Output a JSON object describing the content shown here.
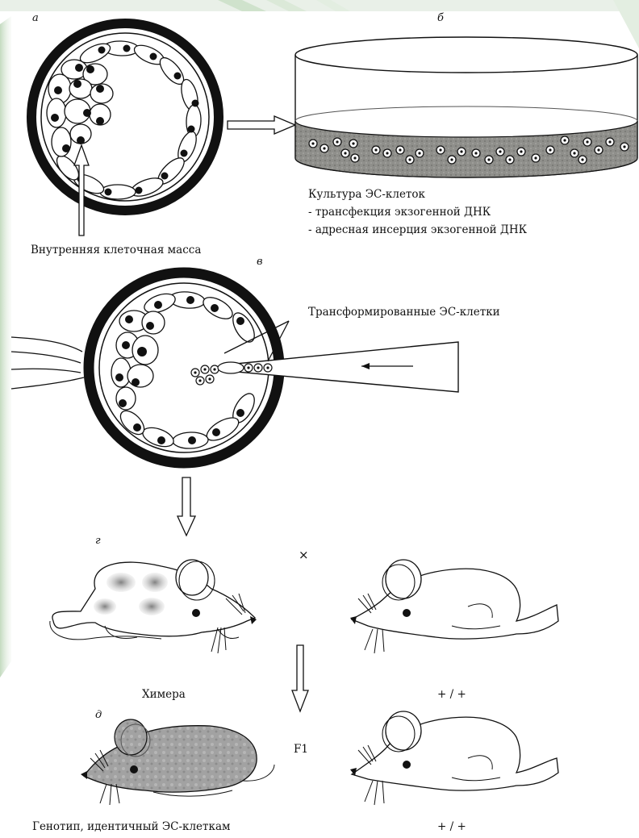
{
  "panels": {
    "a": "а",
    "b": "б",
    "v": "в",
    "g": "г",
    "d": "д"
  },
  "blastocyst_label": "Внутренняя клеточная масса",
  "culture": {
    "title": "Культура ЭС-клеток",
    "step1": "- трансфекция экзогенной ДНК",
    "step2": "- адресная инсерция экзогенной ДНК"
  },
  "injection_label": "Трансформированные ЭС-клетки",
  "cross_symbol": "×",
  "chimera_label": "Химера",
  "wildtype_label": "+ / +",
  "f1_label": "F1",
  "f1_mutant_label": "Генотип, идентичный ЭС-клеткам",
  "f1_wildtype_label": "+ / +",
  "colors": {
    "ink": "#111111",
    "dish_medium": "#8a8a86",
    "chimera_patch": "#9a9a9a",
    "f1_mouse": "#9c9c9c",
    "background_stripe": "#c9ddc6"
  }
}
